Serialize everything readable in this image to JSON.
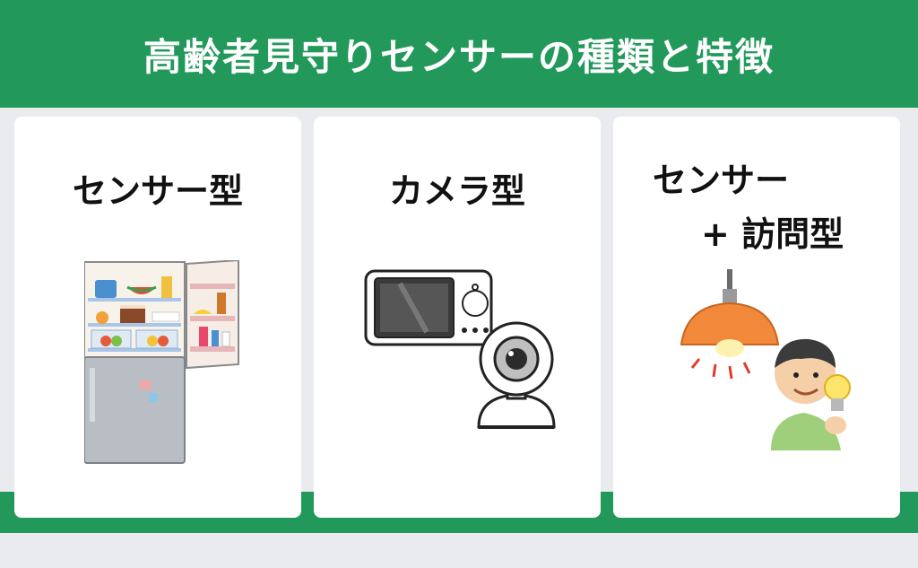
{
  "header": {
    "title": "高齢者見守りセンサーの種類と特徴"
  },
  "cards": [
    {
      "title": "センサー型",
      "illustration": "refrigerator-icon"
    },
    {
      "title": "カメラ型",
      "illustration": "camera-monitor-icon"
    },
    {
      "title_line1": "センサー",
      "title_line2": "+ 訪問型",
      "illustration": "lamp-and-person-icon"
    }
  ],
  "colors": {
    "brand_green": "#22995a",
    "background": "#e9ebee",
    "card": "#ffffff"
  }
}
